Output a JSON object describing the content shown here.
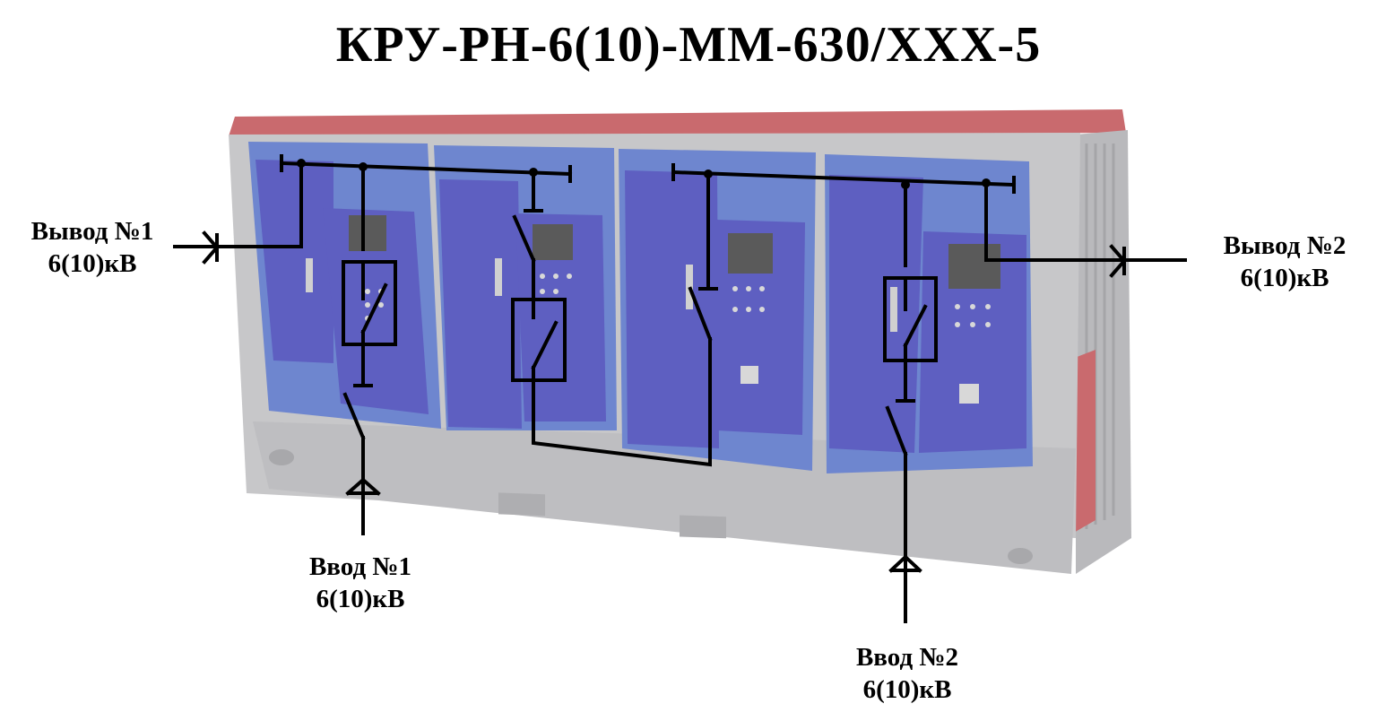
{
  "title": "КРУ-РН-6(10)-ММ-630/XXX-5",
  "labels": {
    "out1": {
      "line1": "Вывод №1",
      "line2": "6(10)кВ"
    },
    "out2": {
      "line1": "Вывод №2",
      "line2": "6(10)кВ"
    },
    "in1": {
      "line1": "Ввод №1",
      "line2": "6(10)кВ"
    },
    "in2": {
      "line1": "Ввод №2",
      "line2": "6(10)кВ"
    }
  },
  "colors": {
    "roof": "#c96a6e",
    "frame": "#c7c7c9",
    "panel_light": "#6e86cf",
    "panel_dark": "#5e5fc1",
    "screen": "#5a5a5a",
    "schematic": "#000000"
  }
}
